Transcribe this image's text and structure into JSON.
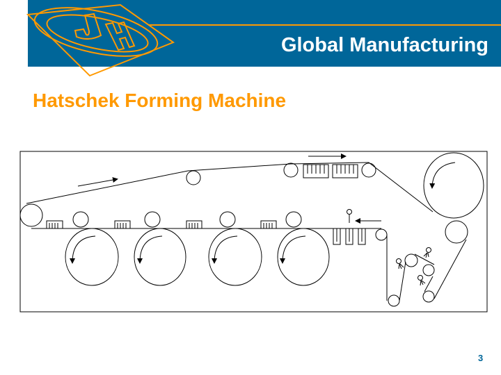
{
  "header": {
    "title": "Global Manufacturing",
    "logo_text": "JH"
  },
  "slide": {
    "subtitle": "Hatschek Forming Machine",
    "page_number": "3"
  },
  "colors": {
    "brand_blue": "#006699",
    "accent_orange": "#ff9900"
  }
}
